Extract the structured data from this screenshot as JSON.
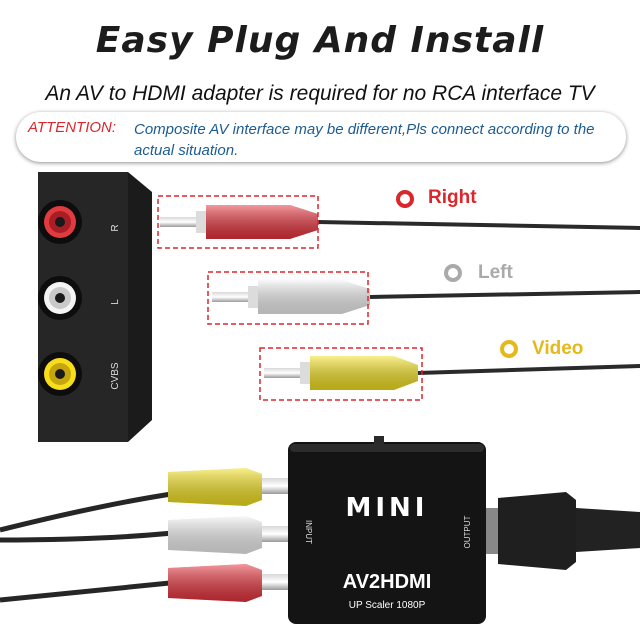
{
  "title": "Easy Plug And Install",
  "subtitle": "An AV to HDMI adapter is required for no RCA interface TV",
  "attention": {
    "label": "ATTENTION:",
    "text": "Composite AV interface may be different,Pls connect according to the actual situation."
  },
  "jack_panel": {
    "labels": [
      "R",
      "L",
      "CVBS"
    ]
  },
  "connectors": [
    {
      "label": "Right",
      "color": "#e8323c",
      "label_color": "#d9272c",
      "ring_color": "#d9272c"
    },
    {
      "label": "Left",
      "color": "#f2f2f2",
      "label_color": "#aaaaaa",
      "ring_color": "#aaaaaa"
    },
    {
      "label": "Video",
      "color": "#f5e21e",
      "label_color": "#e6b91a",
      "ring_color": "#e6b91a"
    }
  ],
  "device": {
    "brand": "MINI",
    "model": "AV2HDMI",
    "spec": "UP Scaler 1080P",
    "input_label": "INPUT",
    "output_label": "OUTPUT"
  }
}
